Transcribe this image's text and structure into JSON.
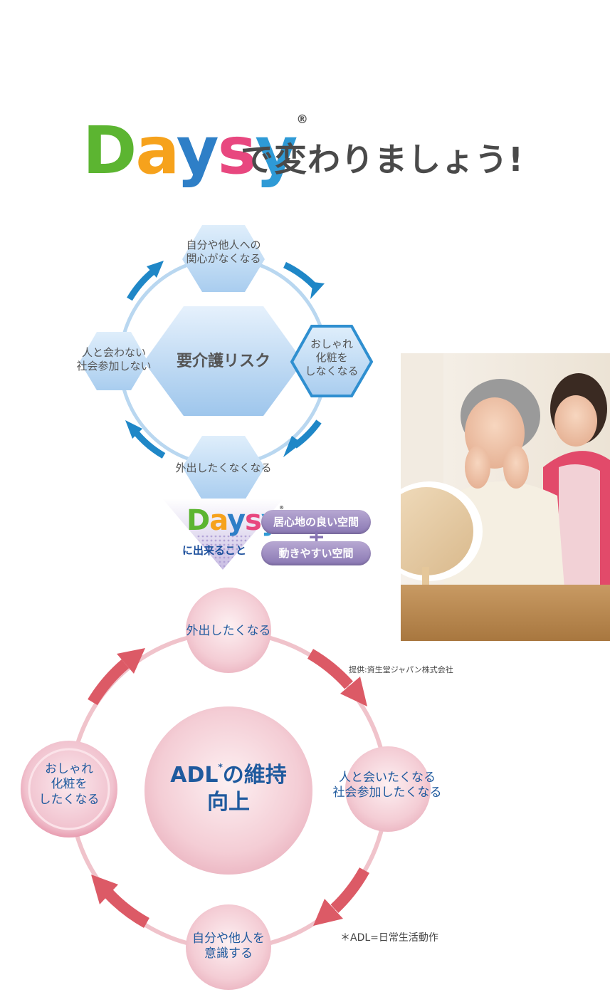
{
  "header": {
    "logo_text": [
      "D",
      "a",
      "y",
      "s",
      "y"
    ],
    "logo_registered": "®",
    "tagline": "で変わりましょう!"
  },
  "risk_cycle": {
    "center": "要介護リスク",
    "top": [
      "自分や他人への",
      "関心がなくなる"
    ],
    "right": [
      "おしゃれ",
      "化粧を",
      "しなくなる"
    ],
    "bottom": "外出したくなくなる",
    "left": [
      "人と会わない",
      "社会参加しない"
    ]
  },
  "daysy_box": {
    "logo_text": [
      "D",
      "a",
      "y",
      "s",
      "y"
    ],
    "logo_registered": "®",
    "caption": "に出来ること",
    "pill_1": "居心地の良い空間",
    "plus": "+",
    "pill_2": "動きやすい空間"
  },
  "adl_cycle": {
    "center_line1": "ADL",
    "center_mark": "*",
    "center_line1b": "の維持",
    "center_line2": "向上",
    "top": "外出したくなる",
    "right": [
      "人と会いたくなる",
      "社会参加したくなる"
    ],
    "bottom": [
      "自分や他人を",
      "意識する"
    ],
    "left": [
      "おしゃれ",
      "化粧を",
      "したくなる"
    ]
  },
  "notes": {
    "photo_credit": "提供:資生堂ジャパン株式会社",
    "adl_definition": "＊ADL=日常生活動作"
  },
  "colors": {
    "blue_ring": "#b9d7f0",
    "blue_arrow": "#1f87c7",
    "pink_ring": "#f0c3cb",
    "pink_arrow": "#dc5a66",
    "text_blue": "#1f5a9e"
  }
}
